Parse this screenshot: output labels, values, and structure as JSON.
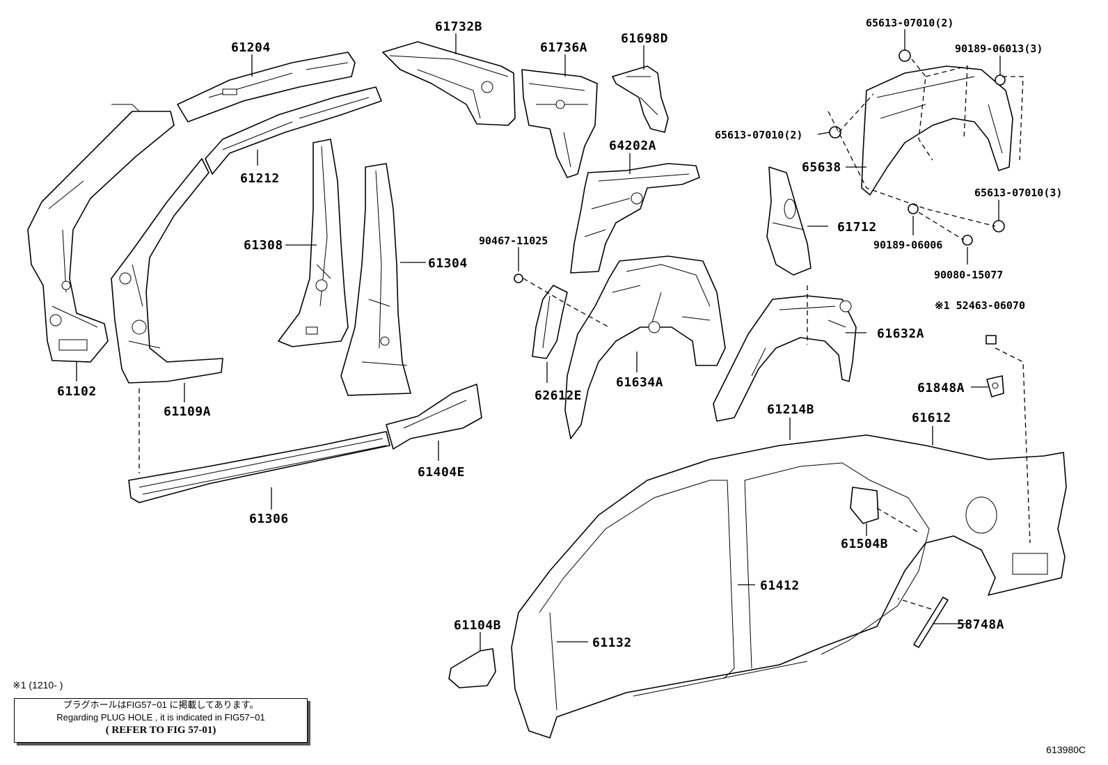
{
  "labels": {
    "p61204": "61204",
    "p61732B": "61732B",
    "p61736A": "61736A",
    "p61698D": "61698D",
    "p65613_top": "65613-07010(2)",
    "p90189_06013": "90189-06013(3)",
    "p65613_mid": "65613-07010(2)",
    "p65638": "65638",
    "p65613_right": "65613-07010(3)",
    "p90189_06006": "90189-06006",
    "p90080": "90080-15077",
    "p61212": "61212",
    "p64202A": "64202A",
    "p61712": "61712",
    "p61308": "61308",
    "p61304": "61304",
    "p90467": "90467-11025",
    "p52463": "※1 52463-06070",
    "p61632A": "61632A",
    "p61102": "61102",
    "p61109A": "61109A",
    "p62612E": "62612E",
    "p61634A": "61634A",
    "p61848A": "61848A",
    "p61214B": "61214B",
    "p61612": "61612",
    "p61404E": "61404E",
    "p61306": "61306",
    "p61504B": "61504B",
    "p61412": "61412",
    "p61104B": "61104B",
    "p61132": "61132",
    "p58748A": "58748A"
  },
  "footnote": "※1 (1210-        )",
  "note": {
    "line_ja": "プラグホールはFIG57−01 に掲載してあります。",
    "line_en": "Regarding  PLUG HOLE , it is indicated in FIG57−01",
    "line_refer": "( REFER TO FIG 57-01)"
  },
  "figure_number": "613980C"
}
